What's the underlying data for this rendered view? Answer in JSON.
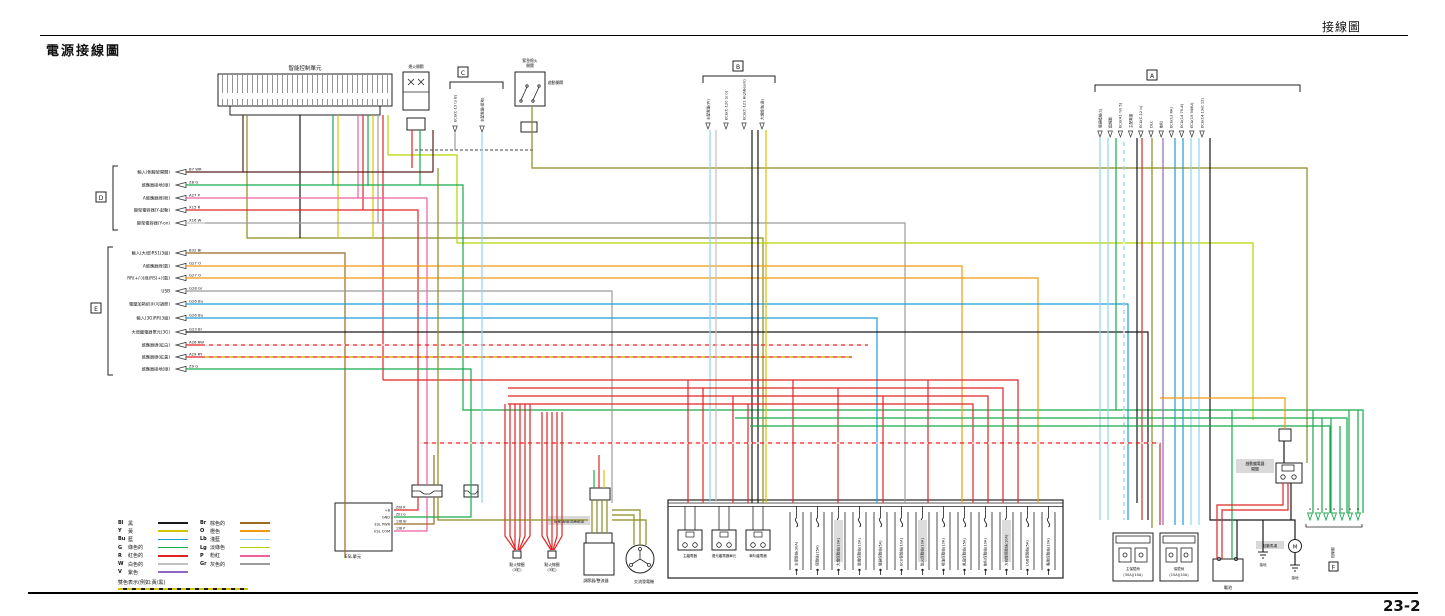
{
  "header": {
    "right": "接線圖",
    "title": "電源接線圖",
    "page": "23-2"
  },
  "letters": {
    "a": "A",
    "b": "B",
    "c": "C",
    "d": "D",
    "e": "E",
    "f": "F"
  },
  "ecu": {
    "label": "智能控制單元"
  },
  "kill_switch": {
    "line1": "緊急熄火",
    "line2": "開關",
    "side": "啟動開關"
  },
  "module": {
    "label": "熄火開關"
  },
  "groups": {
    "d": [
      {
        "label": "輸入(側腳架開關)",
        "code": "B7 WR",
        "wire": "WR"
      },
      {
        "label": "感應器接地(綠)",
        "code": "Z8 G",
        "wire": "G"
      },
      {
        "label": "A感應器線(粉)",
        "code": "A27 P",
        "wire": "P"
      },
      {
        "label": "腳架電容器(Y-起動)",
        "code": "X15 R",
        "wire": "R"
      },
      {
        "label": "腳架電容器(Y-on)",
        "code": "X16 W",
        "wire": "W"
      }
    ],
    "e": [
      {
        "label": "輸入(大燈)RS1(3組)",
        "code": "B32 Br",
        "wire": "Br"
      },
      {
        "label": "A感應器線(藍)",
        "code": "G27 O",
        "wire": "O"
      },
      {
        "label": "RR(+/-)(綠)RS(+)(藍)",
        "code": "G27 O",
        "wire": "O"
      },
      {
        "label": "USB",
        "code": "G28 Gr",
        "wire": "Gr"
      },
      {
        "label": "電壓加熱把手(可調節)",
        "code": "G26 Bu",
        "wire": "Bu"
      },
      {
        "label": "輸入(3G)RR(3組)",
        "code": "G26 Bu",
        "wire": "Bu"
      },
      {
        "label": "大燈繼電器單元(3G)",
        "code": "G23 Bl",
        "wire": "Bl"
      },
      {
        "label": "感應器線(紅白)",
        "code": "A26 RW",
        "wire": "R"
      },
      {
        "label": "感應器線(紅黃)",
        "code": "A29 RY",
        "wire": "R"
      },
      {
        "label": "感應器接地(綠)",
        "code": "Z9 G",
        "wire": "G"
      }
    ]
  },
  "a_labels": [
    "儀錶模組(1)",
    "配線圖",
    "ECU(41 mh 5)",
    "主配電盤",
    "ECU(C-12 b)",
    "DLC",
    "喇叭",
    "ECU(13 RA)",
    "ECU(14 79-4)",
    "ECU(19 946U)",
    "ECU(14 13et 12)"
  ],
  "b_labels": [
    "主配電盤(W)",
    "ECU(C-120 to b)",
    "ECU(C-121 HighBeam)",
    "大燈燈泡(遠)"
  ],
  "c_labels": [
    "ECU(C-13 to B)",
    "主配電盤(接地)"
  ],
  "esl": {
    "label": "ESL單元",
    "pins": [
      "+B",
      "GND",
      "ESL PWR",
      "ESL COM"
    ],
    "codes": [
      "Z08 R",
      "Z01 G",
      "13B Br",
      "13B P"
    ]
  },
  "coils": {
    "line1": "點火線圈",
    "line2": "(3缸)"
  },
  "regulator": {
    "tag": "調節器/整流器接頭",
    "label": "調節器/整流器"
  },
  "alternator": {
    "label": "交流發電機"
  },
  "fusebox": {
    "relays": [
      "主繼電器",
      "燈光繼電器單元",
      "喇叭繼電器"
    ],
    "fuses": [
      "主保險絲(30A)",
      "保險絲(15A)",
      "大燈保險絲(10A)",
      "尾燈保險絲(10A)",
      "儀錶保險絲(5A)",
      "ECU保險絲(10A)",
      "點火保險絲(10A)",
      "噴油保險絲(10A)",
      "風扇保險絲(15A)",
      "喇叭保險絲(10A)",
      "方向燈保險絲(10A)",
      "USB保險絲(5A)",
      "備用保險絲(10A)"
    ]
  },
  "subfuse": {
    "f1": "主保險絲",
    "f1a": "(30A)(10A)",
    "f2": "保險絲",
    "f2a": "(15A)(10A)"
  },
  "starter_relay": {
    "line1": "啟動繼電器",
    "line2": "開關"
  },
  "battery": {
    "label": "電池"
  },
  "motor": {
    "label": "起動馬達",
    "glyph": "M"
  },
  "ground": {
    "label": "接地"
  },
  "f_block": {
    "label": "配線圖"
  },
  "wire_tag": {
    "g": "G"
  },
  "legend": {
    "left": [
      [
        "Bl",
        "黑"
      ],
      [
        "Y",
        "黃"
      ],
      [
        "Bu",
        "藍"
      ],
      [
        "G",
        "綠色的"
      ],
      [
        "R",
        "紅色的"
      ],
      [
        "W",
        "白色的"
      ],
      [
        "V",
        "紫色"
      ]
    ],
    "right": [
      [
        "Br",
        "棕色的"
      ],
      [
        "O",
        "橙色"
      ],
      [
        "Lb",
        "淺藍"
      ],
      [
        "Lg",
        "淡綠色"
      ],
      [
        "P",
        "粉紅"
      ],
      [
        "Gr",
        "灰色的"
      ]
    ],
    "note": "雙色表示(例如:黃/黑)",
    "colors": {
      "Bl": "#1a1a1a",
      "Y": "#d4c400",
      "Bu": "#1f9cd8",
      "G": "#18a94b",
      "R": "#e02424",
      "W": "#c0c0c0",
      "V": "#8f66c2",
      "Br": "#9a6b1f",
      "O": "#f2990f",
      "Lb": "#8fd4f2",
      "Lg": "#b7d400",
      "P": "#f05fa0",
      "Gr": "#9b9b9b",
      "WR": "#5c1f1f",
      "Ol": "#8a8a1e",
      "YG": "#b7d400"
    }
  }
}
